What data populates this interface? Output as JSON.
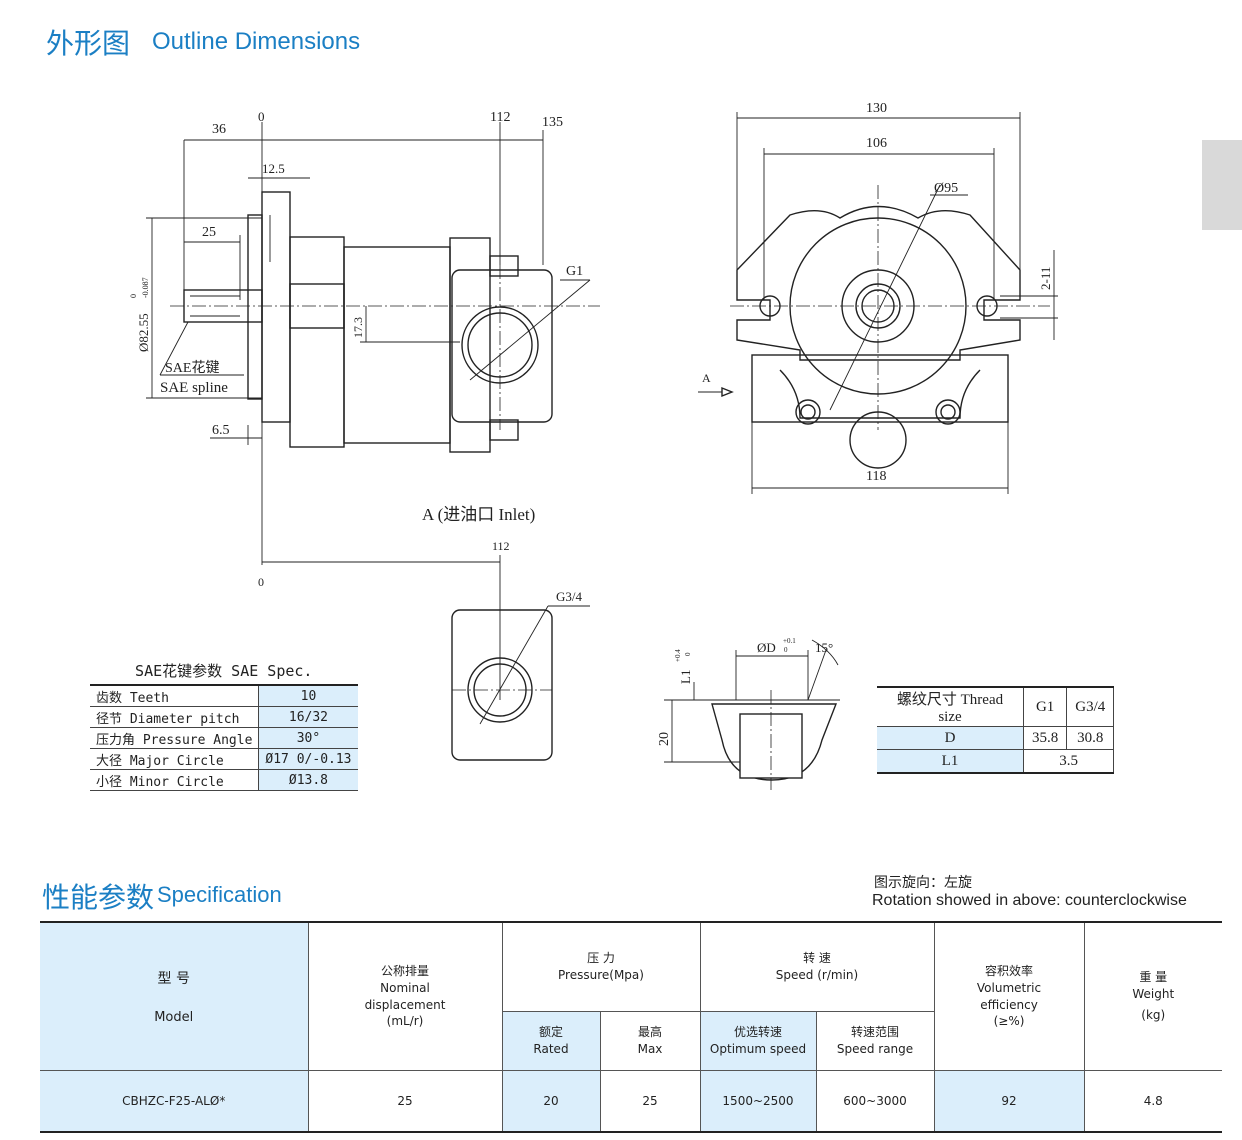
{
  "header": {
    "title_cn": "外形图",
    "title_en": "Outline Dimensions"
  },
  "drawing": {
    "dims_side": [
      "36",
      "0",
      "112",
      "135",
      "12.5",
      "25",
      "17.3",
      "6.5",
      "G1"
    ],
    "dia_label": "Ø82.55",
    "dia_tol_upper": "0",
    "dia_tol_lower": "-0.087",
    "spline_cn": "SAE花键",
    "spline_en": "SAE spline",
    "dims_front": [
      "130",
      "106",
      "Ø95",
      "2-11",
      "A",
      "118"
    ],
    "inlet_label": "A (进油口 Inlet)",
    "dims_inlet": [
      "112",
      "0",
      "G3/4"
    ],
    "port_labels": [
      "ØD",
      "+0.1",
      "0",
      "15°",
      "L1",
      "+0.4",
      "0",
      "20"
    ]
  },
  "sae_table": {
    "header": "SAE花键参数  SAE Spec.",
    "rows": [
      {
        "label": "齿数 Teeth",
        "value": "10"
      },
      {
        "label": "径节 Diameter pitch",
        "value": "16/32"
      },
      {
        "label": "压力角 Pressure Angle",
        "value": "30°"
      },
      {
        "label": "大径 Major Circle",
        "value": "Ø17 0/-0.13"
      },
      {
        "label": "小径 Minor Circle",
        "value": "Ø13.8"
      }
    ]
  },
  "thread_table": {
    "header": [
      "螺纹尺寸 Thread size",
      "G1",
      "G3/4"
    ],
    "row_d": [
      "D",
      "35.8",
      "30.8"
    ],
    "row_l1": [
      "L1",
      "3.5"
    ]
  },
  "spec": {
    "title_cn": "性能参数",
    "title_en": "Specification",
    "rotation_cn": "图示旋向：左旋",
    "rotation_en": "Rotation showed in above: counterclockwise",
    "columns": {
      "model_cn": "型  号",
      "model_en": "Model",
      "disp_cn": "公称排量",
      "disp_en": "Nominal displacement",
      "disp_unit": "(mL/r)",
      "pressure_cn": "压  力",
      "pressure_en": "Pressure(Mpa)",
      "rated_cn": "额定",
      "rated_en": "Rated",
      "max_cn": "最高",
      "max_en": "Max",
      "speed_cn": "转  速",
      "speed_en": "Speed (r/min)",
      "opt_cn": "优选转速",
      "opt_en": "Optimum speed",
      "range_cn": "转速范围",
      "range_en": "Speed range",
      "eff_cn": "容积效率",
      "eff_en": "Volumetric efficiency",
      "eff_unit": "(≥%)",
      "weight_cn": "重  量",
      "weight_en": "Weight",
      "weight_unit": "(kg)"
    },
    "rows": [
      {
        "model": "CBHZC-F25-ALØ*",
        "disp": "25",
        "rated": "20",
        "max": "25",
        "opt": "1500~2500",
        "range": "600~3000",
        "eff": "92",
        "weight": "4.8"
      }
    ]
  }
}
